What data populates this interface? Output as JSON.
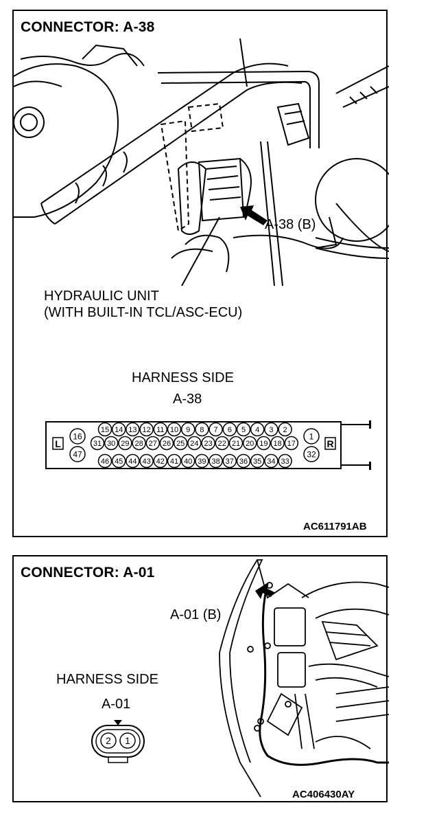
{
  "panel1": {
    "title": "CONNECTOR: A-38",
    "callout": "A-38 (B)",
    "unit_line1": "HYDRAULIC UNIT",
    "unit_line2": "(WITH BUILT-IN TCL/ASC-ECU)",
    "harness_side": "HARNESS SIDE",
    "connector_id": "A-38",
    "left_marker": "L",
    "right_marker": "R",
    "upper_left_pin": "16",
    "lower_left_pin": "47",
    "upper_right_pin": "1",
    "lower_right_pin": "32",
    "row1": [
      "15",
      "14",
      "13",
      "12",
      "11",
      "10",
      "9",
      "8",
      "7",
      "6",
      "5",
      "4",
      "3",
      "2"
    ],
    "row2": [
      "31",
      "30",
      "29",
      "28",
      "27",
      "26",
      "25",
      "24",
      "23",
      "22",
      "21",
      "20",
      "19",
      "18",
      "17"
    ],
    "row3": [
      "46",
      "45",
      "44",
      "43",
      "42",
      "41",
      "40",
      "39",
      "38",
      "37",
      "36",
      "35",
      "34",
      "33"
    ],
    "figure_code": "AC611791AB"
  },
  "panel2": {
    "title": "CONNECTOR: A-01",
    "callout": "A-01 (B)",
    "harness_side": "HARNESS SIDE",
    "connector_id": "A-01",
    "pins": [
      "2",
      "1"
    ],
    "figure_code": "AC406430AY"
  }
}
